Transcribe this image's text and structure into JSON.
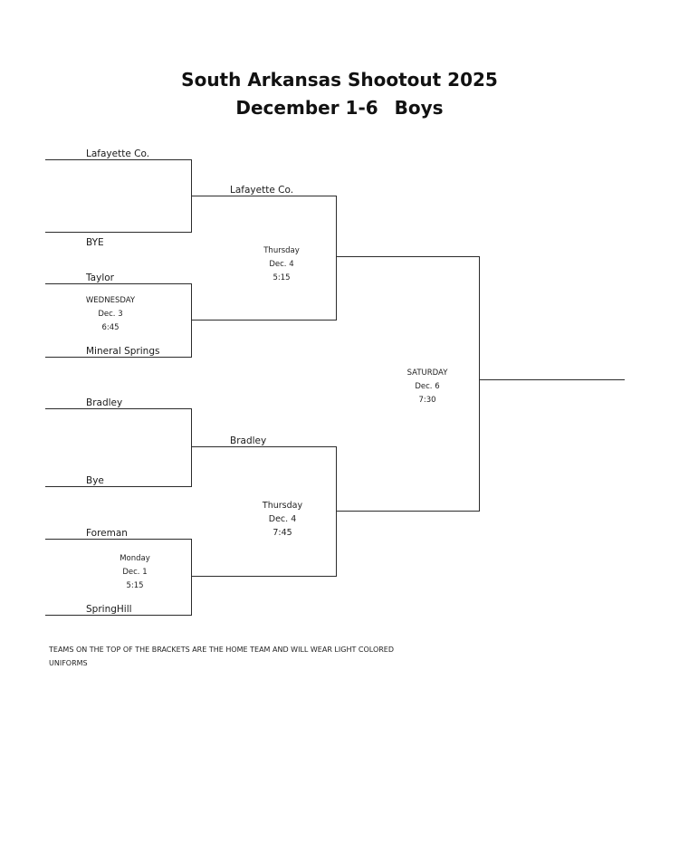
{
  "title": "South Arkansas Shootout 2025",
  "subtitle_dates": "December 1-6",
  "subtitle_division": "Boys",
  "round1": {
    "team_1": "Lafayette Co.",
    "team_2": "BYE",
    "team_3": "Taylor",
    "team_4": "Mineral Springs",
    "team_5": "Bradley",
    "team_6": "Bye",
    "team_7": "Foreman",
    "team_8": "SpringHill"
  },
  "round1_games": {
    "game_b": {
      "day": "WEDNESDAY",
      "date": "Dec. 3",
      "time": "6:45"
    },
    "game_d": {
      "day": "Monday",
      "date": "Dec. 1",
      "time": "5:15"
    }
  },
  "round2": {
    "team_1": "Lafayette Co.",
    "team_2": "Bradley"
  },
  "round2_games": {
    "game_a": {
      "day": "Thursday",
      "date": "Dec. 4",
      "time": "5:15"
    },
    "game_b": {
      "day": "Thursday",
      "date": "Dec. 4",
      "time": "7:45"
    }
  },
  "final_game": {
    "day": "SATURDAY",
    "date": "Dec. 6",
    "time": "7:30"
  },
  "note": "TEAMS ON THE TOP OF THE BRACKETS ARE THE HOME TEAM AND WILL WEAR LIGHT COLORED UNIFORMS"
}
